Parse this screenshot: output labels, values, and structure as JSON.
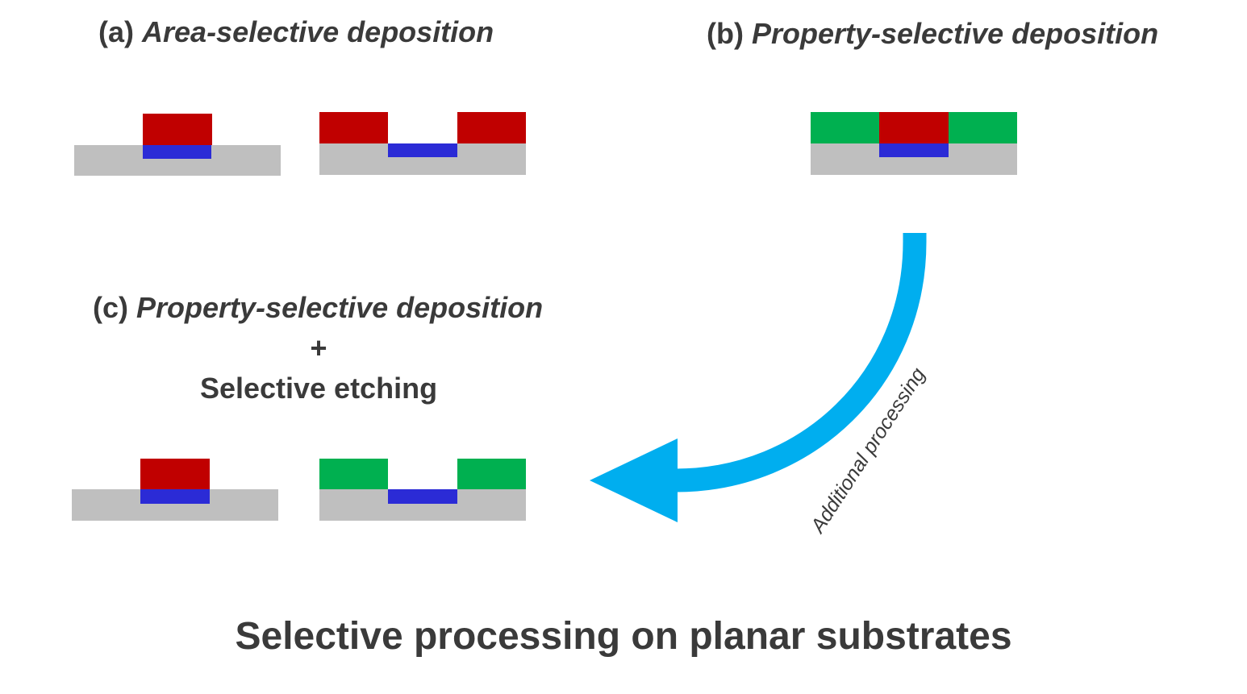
{
  "panels": {
    "a": {
      "letter": "(a)",
      "title": "Area-selective deposition"
    },
    "b": {
      "letter": "(b)",
      "title": "Property-selective deposition"
    },
    "c": {
      "letter": "(c)",
      "title_line1": "Property-selective deposition",
      "plus": "+",
      "title_line2": "Selective etching"
    }
  },
  "arrow": {
    "label": "Additional processing",
    "color": "#00aeef"
  },
  "main_title": "Selective processing on planar substrates",
  "colors": {
    "substrate": "#bfbfbf",
    "blue_material": "#2b2bd6",
    "red_film": "#c00000",
    "green_film": "#00b050",
    "text": "#3a3a3a"
  }
}
